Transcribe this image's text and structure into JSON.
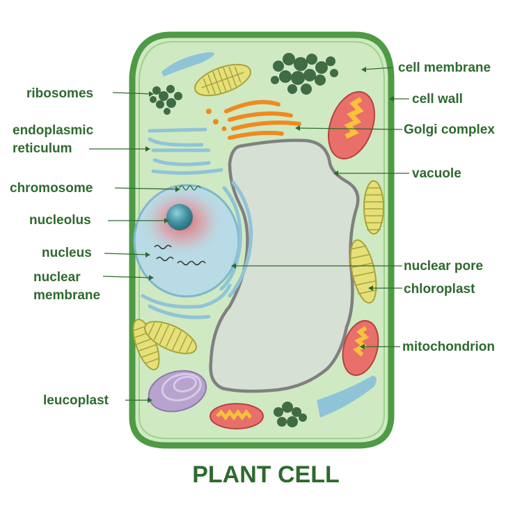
{
  "title": "PLANT CELL",
  "colors": {
    "label": "#2e6a2e",
    "cell_wall": "#4f9a45",
    "cytoplasm": "#cfe9c2",
    "vacuole": "#d6e0d4",
    "nucleus": "#b8dbe6",
    "er": "#8fc4d8",
    "golgi": "#f08a1e",
    "mitochondrion": "#e86f6a",
    "chloroplast": "#e6e07a",
    "leucoplast": "#b8a3cf",
    "ribosome": "#3f6b45"
  },
  "labels": {
    "ribosomes": "ribosomes",
    "endoplasmic_1": "endoplasmic",
    "endoplasmic_2": "reticulum",
    "chromosome": "chromosome",
    "nucleolus": "nucleolus",
    "nucleus": "nucleus",
    "nuclear_membrane_1": "nuclear",
    "nuclear_membrane_2": "membrane",
    "leucoplast": "leucoplast",
    "cell_membrane": "cell membrane",
    "cell_wall": "cell wall",
    "golgi": "Golgi complex",
    "vacuole": "vacuole",
    "nuclear_pore": "nuclear pore",
    "chloroplast": "chloroplast",
    "mitochondrion": "mitochondrion"
  }
}
